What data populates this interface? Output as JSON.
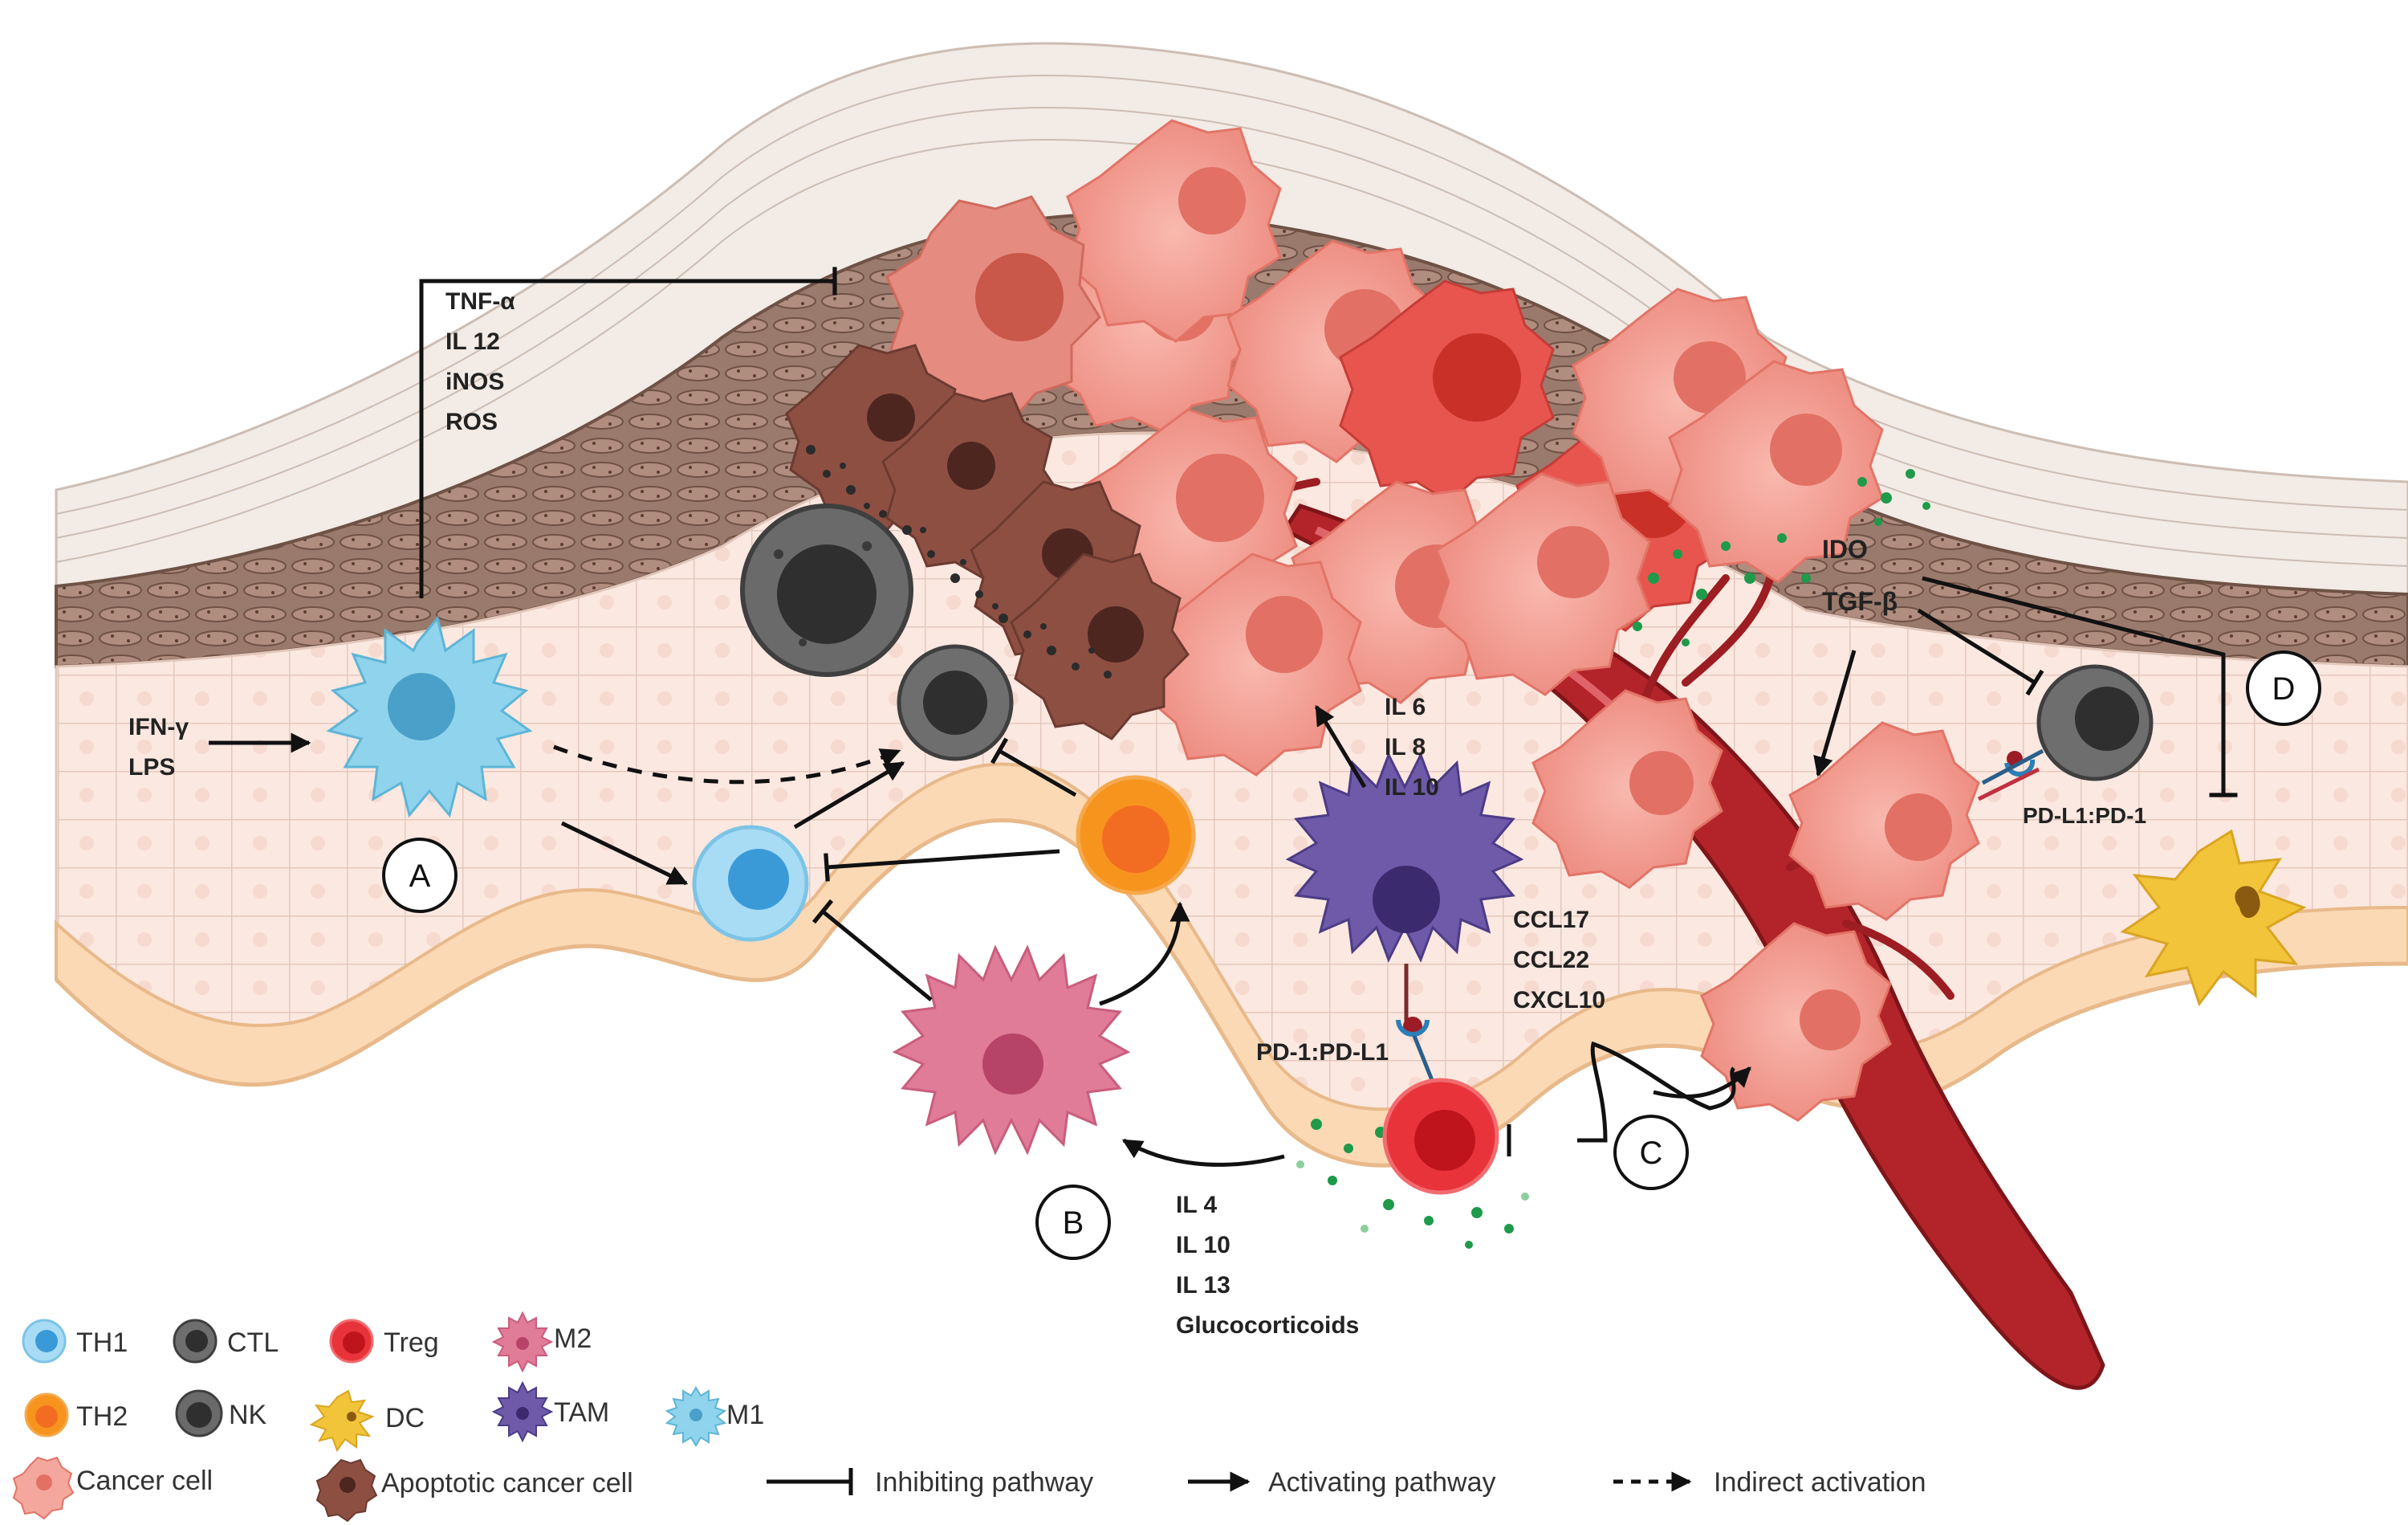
{
  "labels": {
    "cytokines_m1": [
      "TNF-α",
      "IL 12",
      "iNOS",
      "ROS"
    ],
    "stimuli_m1": [
      "IFN-γ",
      "LPS"
    ],
    "cytokines_tam": [
      "IL 6",
      "IL 8",
      "IL 10"
    ],
    "chemokines_tam": [
      "CCL17",
      "CCL22",
      "CXCL10"
    ],
    "checkpoint_tam": "PD-1:PD-L1",
    "m2_inducers": [
      "IL 4",
      "IL 10",
      "IL 13",
      "Glucocorticoids"
    ],
    "tumor_factors": [
      "IDO",
      "TGF-β"
    ],
    "checkpoint_tumor": "PD-L1:PD-1"
  },
  "panels": {
    "a": "A",
    "b": "B",
    "c": "C",
    "d": "D"
  },
  "legend": {
    "th1": "TH1",
    "ctl": "CTL",
    "treg": "Treg",
    "m2": "M2",
    "th2": "TH2",
    "nk": "NK",
    "dc": "DC",
    "tam": "TAM",
    "m1": "M1",
    "cancer_cell": "Cancer cell",
    "apoptotic_cancer_cell": "Apoptotic cancer cell",
    "inhibiting": "Inhibiting pathway",
    "activating": "Activating pathway",
    "indirect": "Indirect activation"
  },
  "colors": {
    "th1": "#8fd0f0",
    "ctl": "#4a4a4a",
    "nk": "#555555",
    "treg": "#e8333b",
    "th2": "#f7941d",
    "m1": "#8fd3ec",
    "m2": "#d9708e",
    "tam": "#6a5aa6",
    "dc": "#f2c43a",
    "cancer": "#f4a79d",
    "apoptotic": "#8e4f43",
    "vessel": "#b3242a",
    "dermis": "#9c7769",
    "epidermis": "#fbe7df",
    "basal": "#fad8b6",
    "secretion": "#1e9a4a"
  },
  "icons": [
    "th1-cell-icon",
    "ctl-cell-icon",
    "treg-cell-icon",
    "m2-macrophage-icon",
    "th2-cell-icon",
    "nk-cell-icon",
    "dendritic-cell-icon",
    "tam-macrophage-icon",
    "m1-macrophage-icon",
    "cancer-cell-icon",
    "apoptotic-cancer-cell-icon"
  ]
}
